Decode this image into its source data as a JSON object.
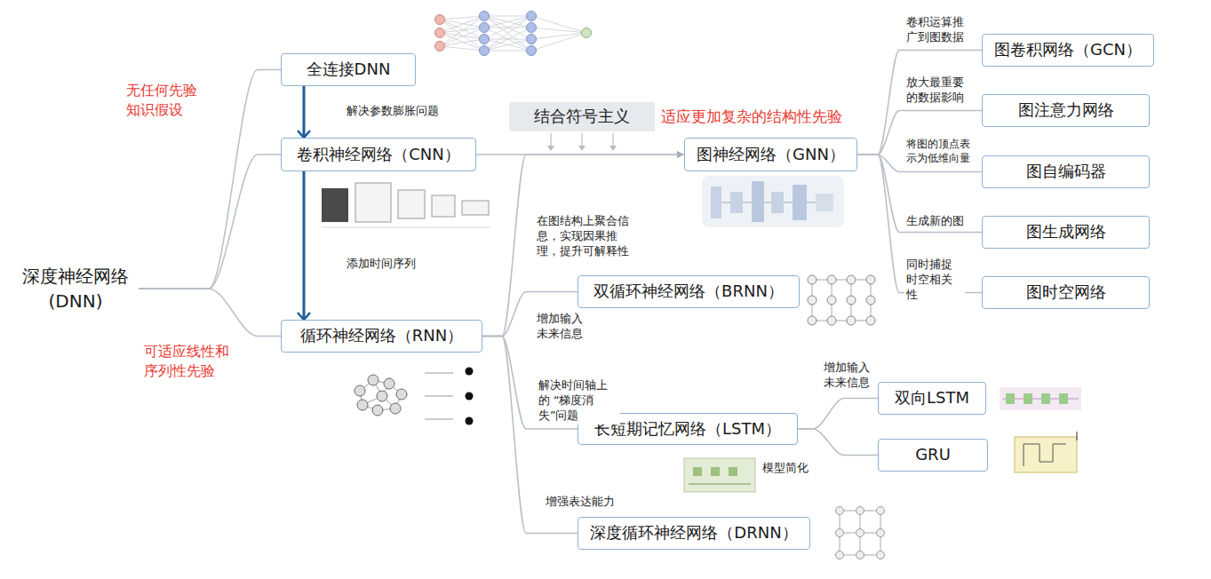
{
  "diagram": {
    "nodes": [
      {
        "text": [
          "深度神经网络 (DNN)"
        ]
      },
      {
        "text": [
          "全连接DNN"
        ]
      },
      {
        "text": [
          "卷积神经网络（CNN）"
        ]
      },
      {
        "text": [
          "循环神经网络（RNN）"
        ]
      },
      {
        "text": [
          "结合符号主义"
        ]
      },
      {
        "text": [
          "图神经网络（GNN）"
        ]
      },
      {
        "text": [
          "图卷积网络（GCN）"
        ]
      },
      {
        "text": [
          "图注意力网络"
        ]
      },
      {
        "text": [
          "图自编码器"
        ]
      },
      {
        "text": [
          "图生成网络"
        ]
      },
      {
        "text": [
          "图时空网络"
        ]
      },
      {
        "text": [
          "双循环神经网络（BRNN）"
        ]
      },
      {
        "text": [
          "长短期记忆网络（LSTM）"
        ]
      },
      {
        "text": [
          "双向LSTM"
        ]
      },
      {
        "text": [
          "GRU"
        ]
      },
      {
        "text": [
          "深度循环神经网络（DRNN）"
        ]
      }
    ],
    "edges": [
      {
        "from": 0,
        "to": 1,
        "arrow": "none",
        "label": "无任何先验 知识假设"
      },
      {
        "from": 0,
        "to": 2,
        "arrow": "none"
      },
      {
        "from": 0,
        "to": 3,
        "arrow": "none",
        "label": "可适应线性和 序列性先验"
      },
      {
        "from": 1,
        "to": 2,
        "arrow": "to",
        "label": "解决参数膨胀问题"
      },
      {
        "from": 2,
        "to": 3,
        "arrow": "to",
        "label": "添加时间序列"
      },
      {
        "from": 2,
        "to": 5,
        "arrow": "to"
      },
      {
        "from": 3,
        "to": 5,
        "arrow": "none",
        "label": "在图结构上聚合信息，实现因果推理，提升可解释性"
      },
      {
        "from": 3,
        "to": 11,
        "arrow": "none",
        "label": "增加输入 未来信息"
      },
      {
        "from": 3,
        "to": 12,
        "arrow": "none",
        "label": "解决时间轴上的 “梯度消失”问题"
      },
      {
        "from": 3,
        "to": 15,
        "arrow": "none",
        "label": "增强表达能力"
      },
      {
        "from": 5,
        "to": 6,
        "arrow": "none",
        "label": "卷积运算推 广到图数据"
      },
      {
        "from": 5,
        "to": 7,
        "arrow": "none",
        "label": "放大最重要 的数据影响"
      },
      {
        "from": 5,
        "to": 8,
        "arrow": "none",
        "label": "将图的顶点表 示为低维向量"
      },
      {
        "from": 5,
        "to": 9,
        "arrow": "none",
        "label": "生成新的图"
      },
      {
        "from": 5,
        "to": 10,
        "arrow": "none",
        "label": "同时捕捉 时空相关性"
      },
      {
        "from": 12,
        "to": 13,
        "arrow": "none",
        "label": "增加输入 未来信息"
      },
      {
        "from": 12,
        "to": 14,
        "arrow": "none",
        "label": "模型简化"
      }
    ],
    "labels": [
      "适应更加复杂的结构性先验"
    ]
  }
}
